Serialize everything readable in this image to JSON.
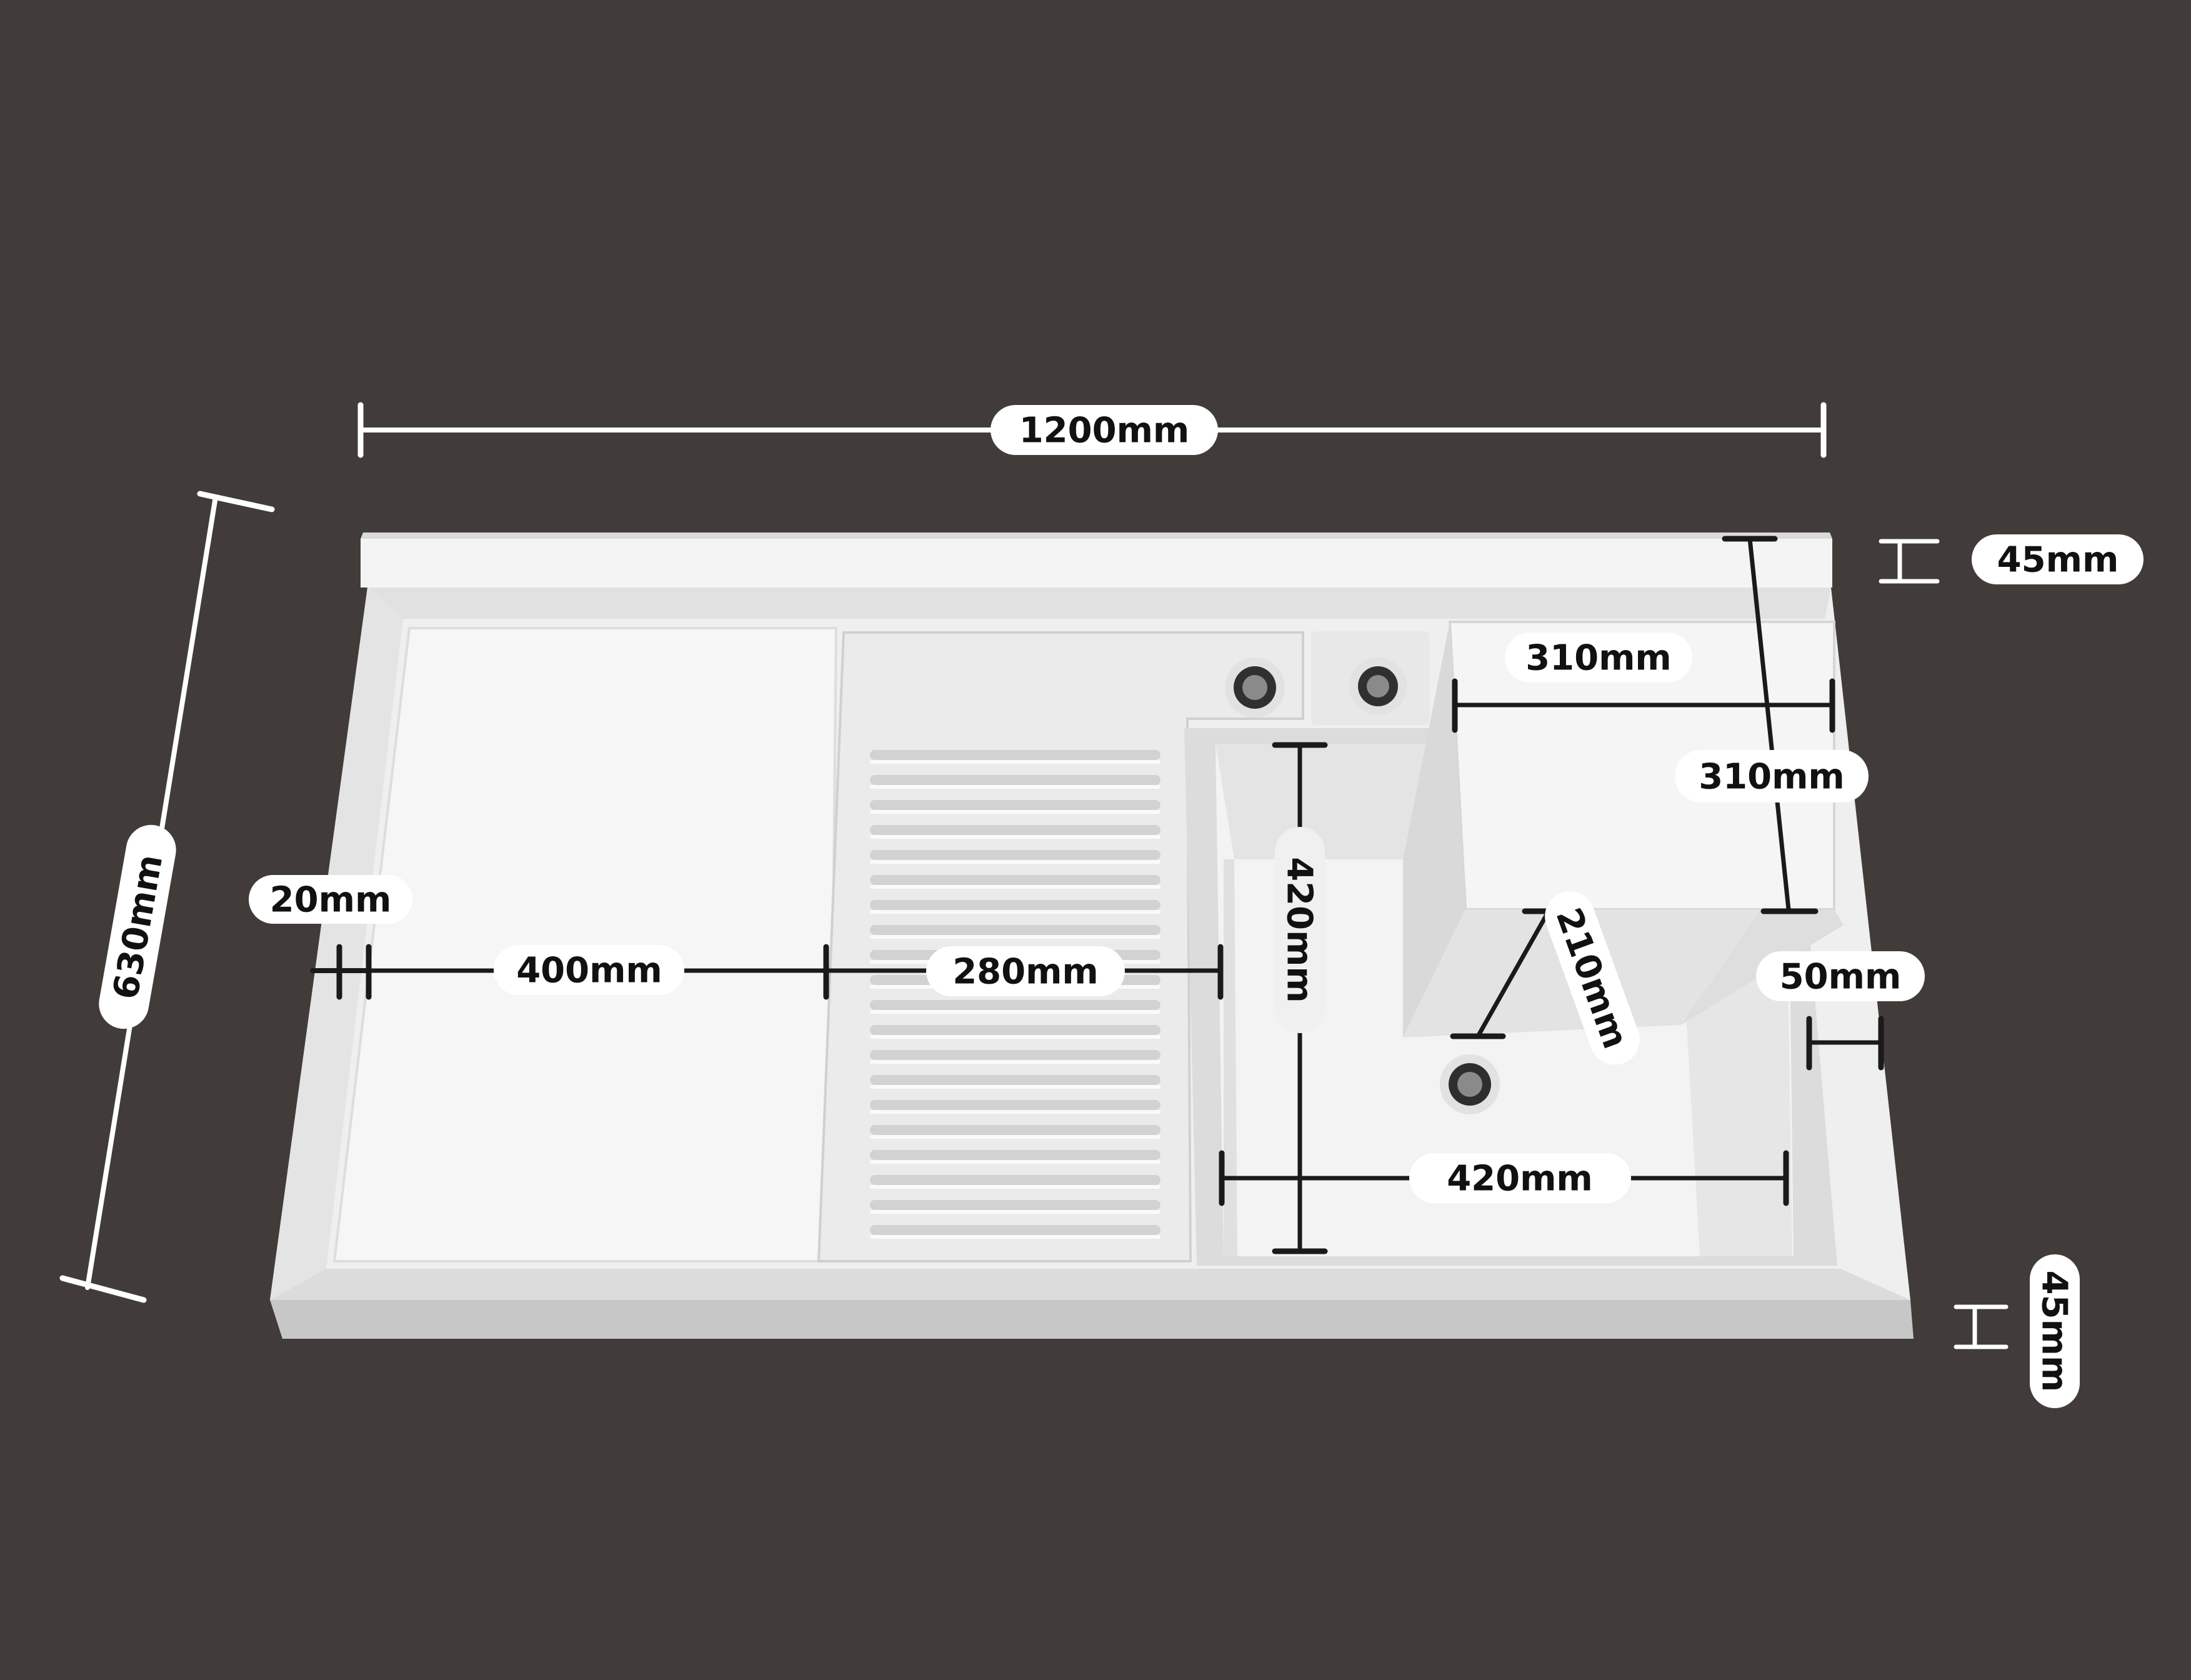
{
  "colors": {
    "background": "#413c3a",
    "product": "#f1f1f1",
    "product_shadow": "#c9c9c9",
    "product_edge": "#d6d6d6",
    "dimension_light": "#ffffff",
    "dimension_dark": "#1a1a1a",
    "label_fill": "#ffffff",
    "label_text": "#111111"
  },
  "dimensions": {
    "total_length": "1200mm",
    "total_depth": "630mm",
    "backsplash_height": "45mm",
    "front_thickness": "45mm",
    "edge_rim": "20mm",
    "drainboard_width": "400mm",
    "washboard_width": "280mm",
    "basin_length": "420mm",
    "basin_width": "420mm",
    "step_width": "310mm",
    "step_depth": "310mm",
    "step_height": "210mm",
    "side_rim": "50mm"
  }
}
